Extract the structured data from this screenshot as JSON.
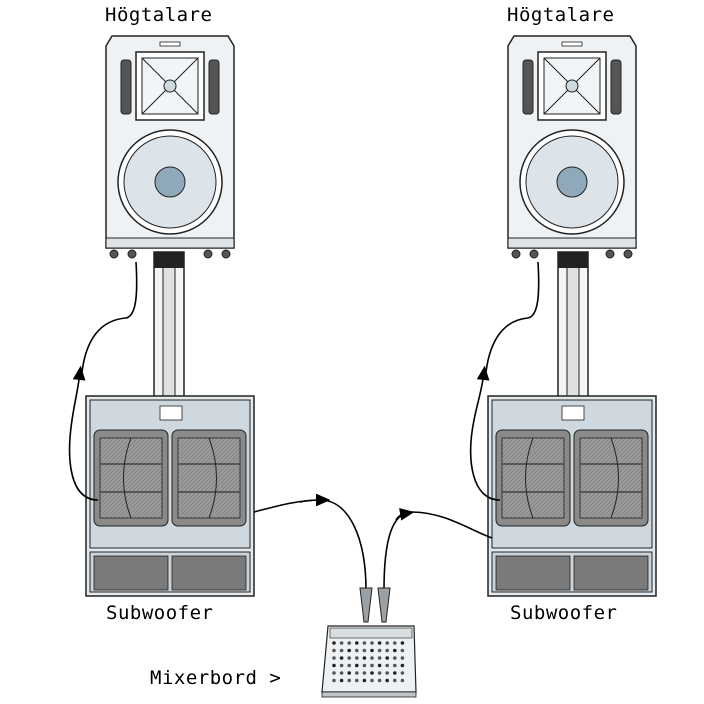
{
  "labels": {
    "speaker_left": "Högtalare",
    "speaker_right": "Högtalare",
    "subwoofer_left": "Subwoofer",
    "subwoofer_right": "Subwoofer",
    "mixer": "Mixerbord >"
  },
  "colors": {
    "cabinet": "#e9eef1",
    "cabinet_outline": "#2b2b2b",
    "sub_panel": "#c9d3da",
    "driver_fill": "#dce4ea",
    "driver_center": "#8fa9ba",
    "sub_grey": "#8a8a8a",
    "sub_bottom": "#7a7a7a",
    "cable": "#000000"
  }
}
